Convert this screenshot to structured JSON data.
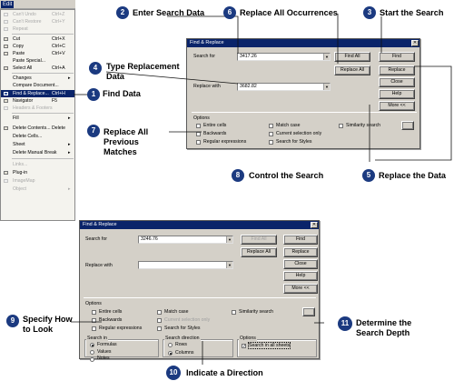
{
  "menu": {
    "title": "Edit",
    "items": [
      {
        "label": "Can't Undo",
        "shortcut": "Ctrl+Z",
        "disabled": true
      },
      {
        "label": "Can't Restore",
        "shortcut": "Ctrl+Y",
        "disabled": true
      },
      {
        "label": "Repeat",
        "shortcut": "",
        "disabled": true
      },
      {
        "label": "Cut",
        "shortcut": "Ctrl+X",
        "disabled": false
      },
      {
        "label": "Copy",
        "shortcut": "Ctrl+C",
        "disabled": false
      },
      {
        "label": "Paste",
        "shortcut": "Ctrl+V",
        "disabled": false
      },
      {
        "label": "Paste Special...",
        "shortcut": "",
        "disabled": false
      },
      {
        "label": "Select All",
        "shortcut": "Ctrl+A",
        "disabled": false
      },
      {
        "label": "Changes",
        "shortcut": "",
        "disabled": false
      },
      {
        "label": "Compare Document...",
        "shortcut": "",
        "disabled": false
      },
      {
        "label": "Find & Replace...",
        "shortcut": "Ctrl+H",
        "disabled": false
      },
      {
        "label": "Navigator",
        "shortcut": "F5",
        "disabled": false
      },
      {
        "label": "Headers & Footers",
        "shortcut": "",
        "disabled": true
      },
      {
        "label": "Fill",
        "shortcut": "",
        "disabled": false
      },
      {
        "label": "Delete Contents...",
        "shortcut": "Delete",
        "disabled": false
      },
      {
        "label": "Delete Cells...",
        "shortcut": "",
        "disabled": false
      },
      {
        "label": "Sheet",
        "shortcut": "",
        "disabled": false
      },
      {
        "label": "Delete Manual Break",
        "shortcut": "",
        "disabled": false
      },
      {
        "label": "Links...",
        "shortcut": "",
        "disabled": true
      },
      {
        "label": "Plug-in",
        "shortcut": "",
        "disabled": false
      },
      {
        "label": "ImageMap",
        "shortcut": "",
        "disabled": true
      },
      {
        "label": "Object",
        "shortcut": "",
        "disabled": true
      }
    ]
  },
  "dialog1": {
    "title": "Find & Replace",
    "search_label": "Search for",
    "search_value": "3417.26",
    "replace_label": "Replace with",
    "replace_value": "3682.82",
    "buttons": {
      "find_all": "Find All",
      "find": "Find",
      "replace_all": "Replace All",
      "replace": "Replace",
      "close": "Close",
      "help": "Help",
      "more": "More <<"
    },
    "options_title": "Options",
    "options": {
      "entire_cells": "Entire cells",
      "match_case": "Match case",
      "similarity": "Similarity search",
      "backwards": "Backwards",
      "current_selection": "Current selection only",
      "regex": "Regular expressions",
      "styles": "Search for Styles"
    }
  },
  "dialog2": {
    "title": "Find & Replace",
    "search_label": "Search for",
    "search_value": "3246.76",
    "replace_label": "Replace with",
    "replace_value": "",
    "buttons": {
      "find_all": "Find All",
      "find": "Find",
      "replace_all": "Replace All",
      "replace": "Replace",
      "close": "Close",
      "help": "Help",
      "more": "More <<"
    },
    "options_title": "Options",
    "options": {
      "entire_cells": "Entire cells",
      "match_case": "Match case",
      "similarity": "Similarity search",
      "backwards": "Backwards",
      "current_selection": "Current selection only",
      "regex": "Regular expressions",
      "styles": "Search for Styles"
    },
    "search_in": {
      "title": "Search in",
      "formulas": "Formulas",
      "values": "Values",
      "notes": "Notes"
    },
    "search_direction": {
      "title": "Search direction",
      "rows": "Rows",
      "columns": "Columns"
    },
    "options2": {
      "title": "Options",
      "all_sheets": "Search in all sheets"
    }
  },
  "callouts": [
    {
      "num": "1",
      "text": "Find Data"
    },
    {
      "num": "2",
      "text": "Enter Search Data"
    },
    {
      "num": "3",
      "text": "Start the Search"
    },
    {
      "num": "4",
      "line1": "Type Replacement",
      "line2": "Data"
    },
    {
      "num": "5",
      "text": "Replace the Data"
    },
    {
      "num": "6",
      "text": "Replace All Occurrences"
    },
    {
      "num": "7",
      "line1": "Replace All",
      "line2": "Previous",
      "line3": "Matches"
    },
    {
      "num": "8",
      "text": "Control the Search"
    },
    {
      "num": "9",
      "line1": "Specify How",
      "line2": "to Look"
    },
    {
      "num": "10",
      "text": "Indicate a Direction"
    },
    {
      "num": "11",
      "line1": "Determine the",
      "line2": "Search Depth"
    }
  ],
  "colors": {
    "accent": "#1b3a80",
    "titlebar": "#0a246a",
    "dialog_bg": "#d4d0c8"
  }
}
